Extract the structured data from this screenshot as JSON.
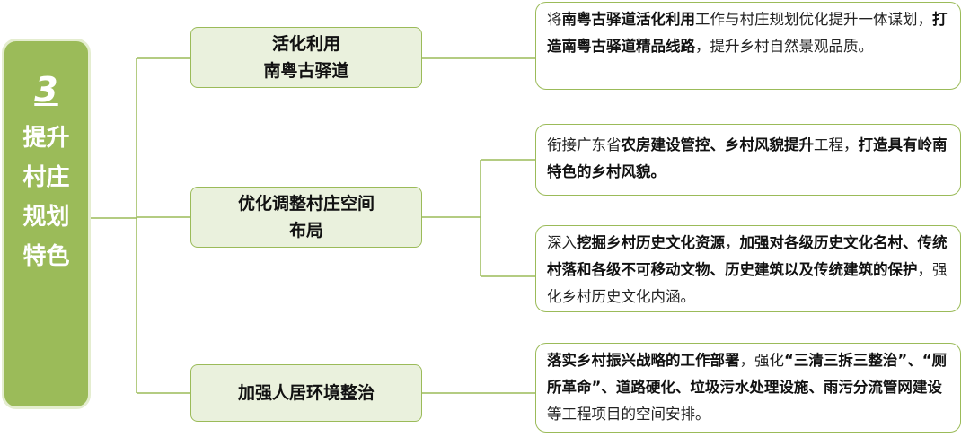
{
  "root": {
    "number": "3",
    "title_lines": [
      "提升",
      "村庄",
      "规划",
      "特色"
    ]
  },
  "branches": [
    {
      "label_lines": [
        "活化利用",
        "南粤古驿道"
      ]
    },
    {
      "label_lines": [
        "优化调整村庄空间",
        "布局"
      ]
    },
    {
      "label_lines": [
        "加强人居环境整治"
      ]
    }
  ],
  "leaves": [
    {
      "segments": [
        {
          "text": "将",
          "bold": false
        },
        {
          "text": "南粤古驿道活化利用",
          "bold": true
        },
        {
          "text": "工作与村庄规划优化提升一体谋划，",
          "bold": false
        },
        {
          "text": "打造南粤古驿道精品线路",
          "bold": true
        },
        {
          "text": "，提升乡村自然景观品质。",
          "bold": false
        }
      ]
    },
    {
      "segments": [
        {
          "text": "衔接广东省",
          "bold": false
        },
        {
          "text": "农房建设管控、乡村风貌提升",
          "bold": true
        },
        {
          "text": "工程，",
          "bold": false
        },
        {
          "text": "打造具有岭南特色的乡村风貌。",
          "bold": true
        }
      ]
    },
    {
      "segments": [
        {
          "text": "深入",
          "bold": false
        },
        {
          "text": "挖掘乡村历史文化资源",
          "bold": true
        },
        {
          "text": "，",
          "bold": false
        },
        {
          "text": "加强对各级历史文化名村、传统村落和各级不可移动文物、历史建筑以及传统建筑的保护",
          "bold": true
        },
        {
          "text": "，强化乡村历史文化内涵。",
          "bold": false
        }
      ]
    },
    {
      "segments": [
        {
          "text": "落实乡村振兴战略的工作部署",
          "bold": true
        },
        {
          "text": "，强化",
          "bold": false
        },
        {
          "text": "“三清三拆三整治”、“厕所革命”、道路硬化、垃圾污水处理设施、雨污分流管网建设",
          "bold": true
        },
        {
          "text": "等工程项目的空间安排。",
          "bold": false
        }
      ]
    }
  ]
}
